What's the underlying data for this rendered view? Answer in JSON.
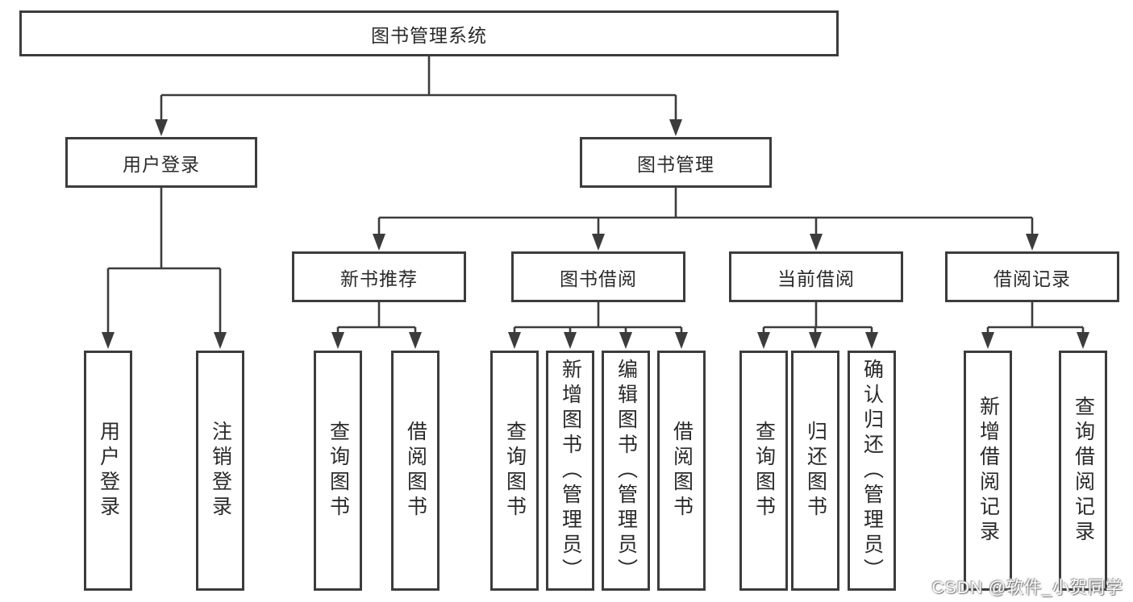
{
  "tree": {
    "root": {
      "label": "图书管理系统"
    },
    "user_login": {
      "label": "用户登录",
      "children": [
        {
          "label": "用户登录"
        },
        {
          "label": "注销登录"
        }
      ]
    },
    "book_mgmt": {
      "label": "图书管理",
      "groups": [
        {
          "label": "新书推荐",
          "children": [
            {
              "label": "查询图书"
            },
            {
              "label": "借阅图书"
            }
          ]
        },
        {
          "label": "图书借阅",
          "children": [
            {
              "label": "查询图书"
            },
            {
              "label": "新增图书（管理员）"
            },
            {
              "label": "编辑图书（管理员）"
            },
            {
              "label": "借阅图书"
            }
          ]
        },
        {
          "label": "当前借阅",
          "children": [
            {
              "label": "查询图书"
            },
            {
              "label": "归还图书"
            },
            {
              "label": "确认归还（管理员）"
            }
          ]
        },
        {
          "label": "借阅记录",
          "children": [
            {
              "label": "新增借阅记录"
            },
            {
              "label": "查询借阅记录"
            }
          ]
        }
      ]
    }
  },
  "watermark": "CSDN @软件_小贺同学",
  "colors": {
    "line": "#3c3c3c",
    "border": "#3c3c3c",
    "text": "#2a2a2a",
    "background": "#ffffff",
    "watermark": "#ffffff"
  }
}
